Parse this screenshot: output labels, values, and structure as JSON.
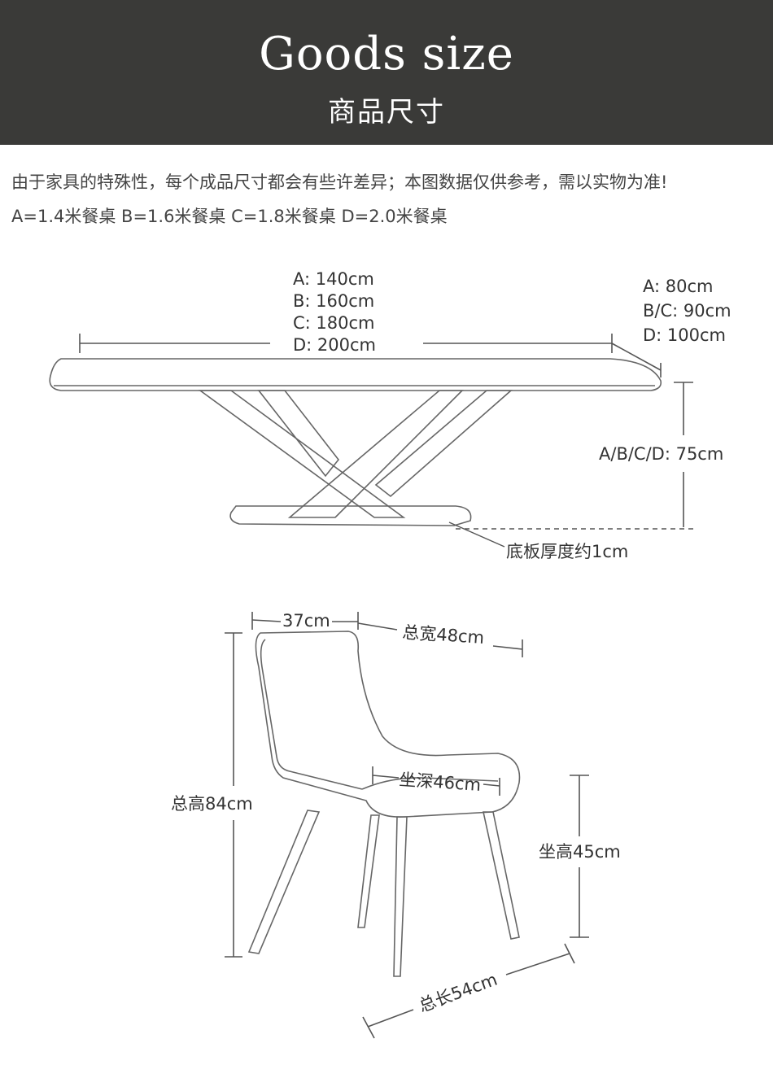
{
  "header": {
    "title_en": "Goods size",
    "title_cn": "商品尺寸"
  },
  "notes": {
    "line1": "由于家具的特殊性，每个成品尺寸都会有些许差异；本图数据仅供参考，需以实物为准!",
    "line2": "A=1.4米餐桌   B=1.6米餐桌   C=1.8米餐桌   D=2.0米餐桌"
  },
  "table": {
    "length": [
      "A:  140cm",
      "B:  160cm",
      "C:  180cm",
      "D:  200cm"
    ],
    "width": [
      "A: 80cm",
      "B/C: 90cm",
      "D: 100cm"
    ],
    "height": "A/B/C/D:  75cm",
    "base_note": "底板厚度约1cm"
  },
  "chair": {
    "back_width": "37cm",
    "total_width": "总宽48cm",
    "total_height": "总高84cm",
    "seat_depth": "坐深46cm",
    "seat_height": "坐高45cm",
    "total_length": "总长54cm"
  },
  "colors": {
    "header_bg": "#3a3a38",
    "line": "#555555"
  }
}
